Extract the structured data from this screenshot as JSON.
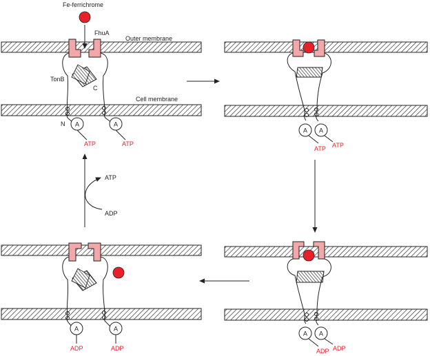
{
  "labels": {
    "fe_ferrichrome": "Fe-ferrichrome",
    "fhua": "FhuA",
    "outer_membrane": "Outer membrane",
    "cell_membrane": "Cell membrane",
    "tonb": "TonB",
    "c_terminus": "C",
    "n_terminus": "N",
    "atp_cycle_in": "ATP",
    "adp_cycle_out": "ADP"
  },
  "panels": {
    "top_left": {
      "protein_a": "A",
      "protein_b": "A",
      "nuc_a": "ATP",
      "nuc_b": "ATP"
    },
    "top_right": {
      "protein_a": "A",
      "protein_b": "A",
      "nuc_a": "ATP",
      "nuc_b": "ATP"
    },
    "bottom_right": {
      "protein_a": "A",
      "protein_b": "A",
      "nuc_a": "ADP",
      "nuc_b": "ADP"
    },
    "bottom_left": {
      "protein_a": "A",
      "protein_b": "A",
      "nuc_a": "ADP",
      "nuc_b": "ADP"
    }
  },
  "colors": {
    "ligand": "#e8202a",
    "fhua": "#f2a8ab",
    "nucleotide_text": "#e8202a",
    "outline": "#222222"
  }
}
